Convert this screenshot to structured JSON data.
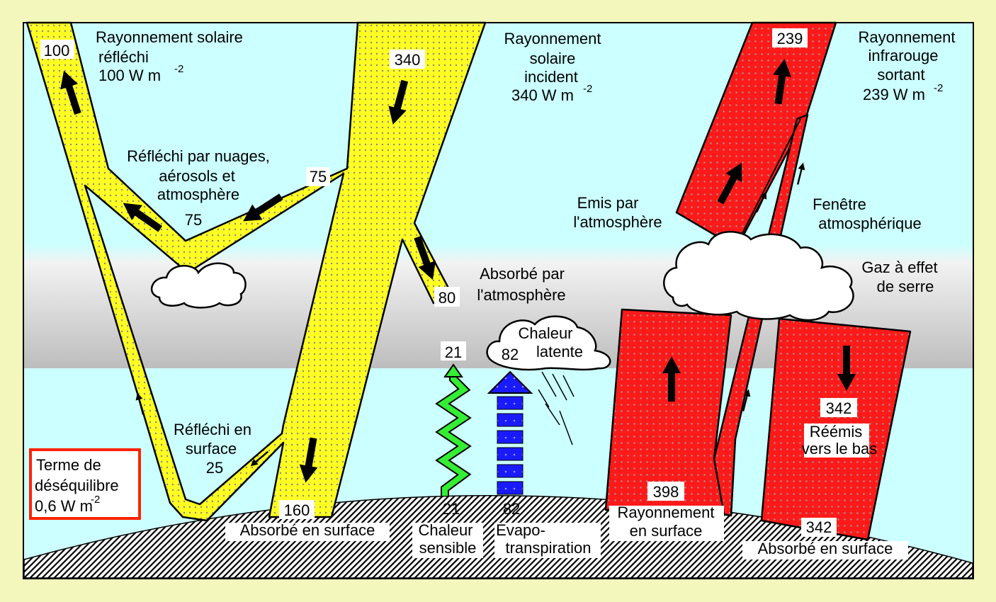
{
  "colors": {
    "background": "#f4f7bc",
    "sky": "#ccffff",
    "solar": "#ffff22",
    "infrared": "#ff1a1a",
    "sensible": "#33ee33",
    "latent": "#1a1aff",
    "imbalance_border": "#ff2200"
  },
  "solar_reflected": {
    "value": "100",
    "lines": [
      "Rayonnement solaire",
      "réfléchi",
      "100 W m"
    ],
    "exp": "-2"
  },
  "solar_incident": {
    "value": "340",
    "lines": [
      "Rayonnement",
      "solaire",
      "incident",
      "340 W m"
    ],
    "exp": "-2"
  },
  "ir_outgoing": {
    "value": "239",
    "lines": [
      "Rayonnement",
      "infrarouge",
      "sortant",
      "239 W m"
    ],
    "exp": "-2"
  },
  "reflected_clouds": {
    "value": "75",
    "value2": "75",
    "lines": [
      "Réfléchi par nuages,",
      "aérosols et",
      "atmosphère"
    ]
  },
  "emitted_atmosphere": {
    "lines": [
      "Emis par",
      "l'atmosphère"
    ]
  },
  "atmospheric_window": {
    "lines": [
      "Fenêtre",
      "atmosphérique"
    ]
  },
  "absorbed_atmosphere": {
    "value": "80",
    "lines": [
      "Absorbé par",
      "l'atmosphère"
    ]
  },
  "greenhouse_gases": {
    "lines": [
      "Gaz à effet",
      "de serre"
    ]
  },
  "latent_heat": {
    "value": "82",
    "lines": [
      "Chaleur",
      "latente"
    ]
  },
  "reflected_surface": {
    "value": "25",
    "lines": [
      "Réfléchi en",
      "surface"
    ]
  },
  "back_radiation": {
    "value": "342",
    "lines": [
      "Réémis",
      "vers le bas"
    ]
  },
  "surface_radiation": {
    "value": "398",
    "lines": [
      "Rayonnement",
      "en surface"
    ]
  },
  "absorbed_surface_solar": {
    "value": "160",
    "label": "Absorbé en surface"
  },
  "sensible_heat": {
    "value_top": "21",
    "value_bottom": "21",
    "lines": [
      "Chaleur",
      "sensible"
    ]
  },
  "evapotranspiration": {
    "value": "82",
    "lines": [
      "Evapo-",
      "transpiration"
    ]
  },
  "absorbed_surface_ir": {
    "value": "342",
    "label": "Absorbé en surface"
  },
  "imbalance": {
    "lines": [
      "Terme de",
      "déséquilibre",
      "0,6 W m"
    ],
    "exp": "-2"
  }
}
